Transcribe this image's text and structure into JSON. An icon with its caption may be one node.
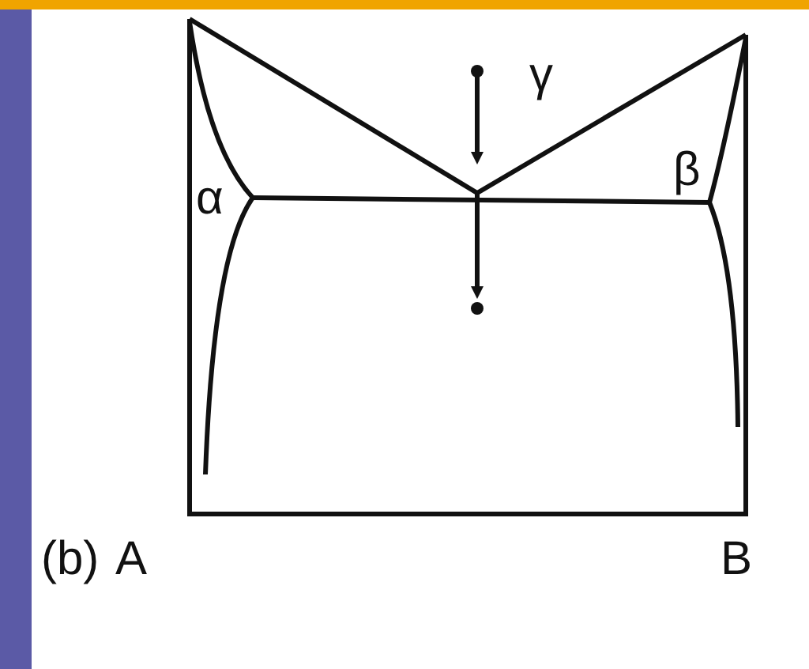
{
  "diagram": {
    "labels": [
      "γ",
      "α",
      "β",
      "(b)",
      "A",
      "B"
    ]
  }
}
